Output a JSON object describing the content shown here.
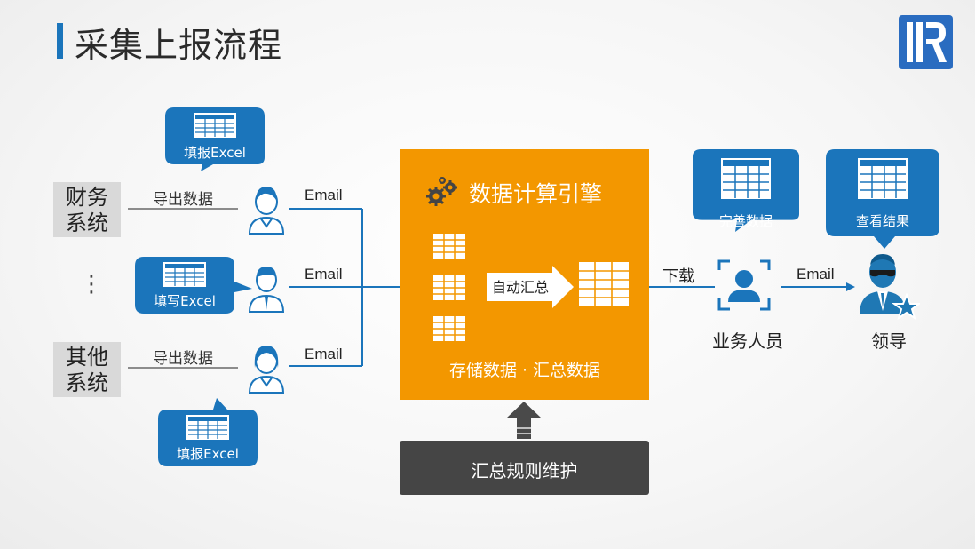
{
  "page": {
    "title": "采集上报流程"
  },
  "sources": {
    "finance_system": "财务\n系统",
    "other_system": "其他\n系统",
    "ellipsis": "⋮",
    "export_label_1": "导出数据",
    "export_label_2": "导出数据"
  },
  "bubbles": {
    "top": "填报Excel",
    "middle": "填写Excel",
    "bottom": "填报Excel",
    "staff": "完善数据",
    "leader": "查看结果"
  },
  "emails": [
    "Email",
    "Email",
    "Email",
    "Email"
  ],
  "engine": {
    "title": "数据计算引擎",
    "auto_summary": "自动汇总",
    "subtitle": "存储数据 · 汇总数据"
  },
  "download_label": "下载",
  "rules_button": "汇总规则维护",
  "roles": {
    "staff": "业务人员",
    "leader": "领导"
  },
  "colors": {
    "accent": "#1b75bb",
    "engine": "#f39700",
    "dark": "#454545",
    "icon_blue": "#1f78b4",
    "gray_box": "#d9d9d9"
  }
}
